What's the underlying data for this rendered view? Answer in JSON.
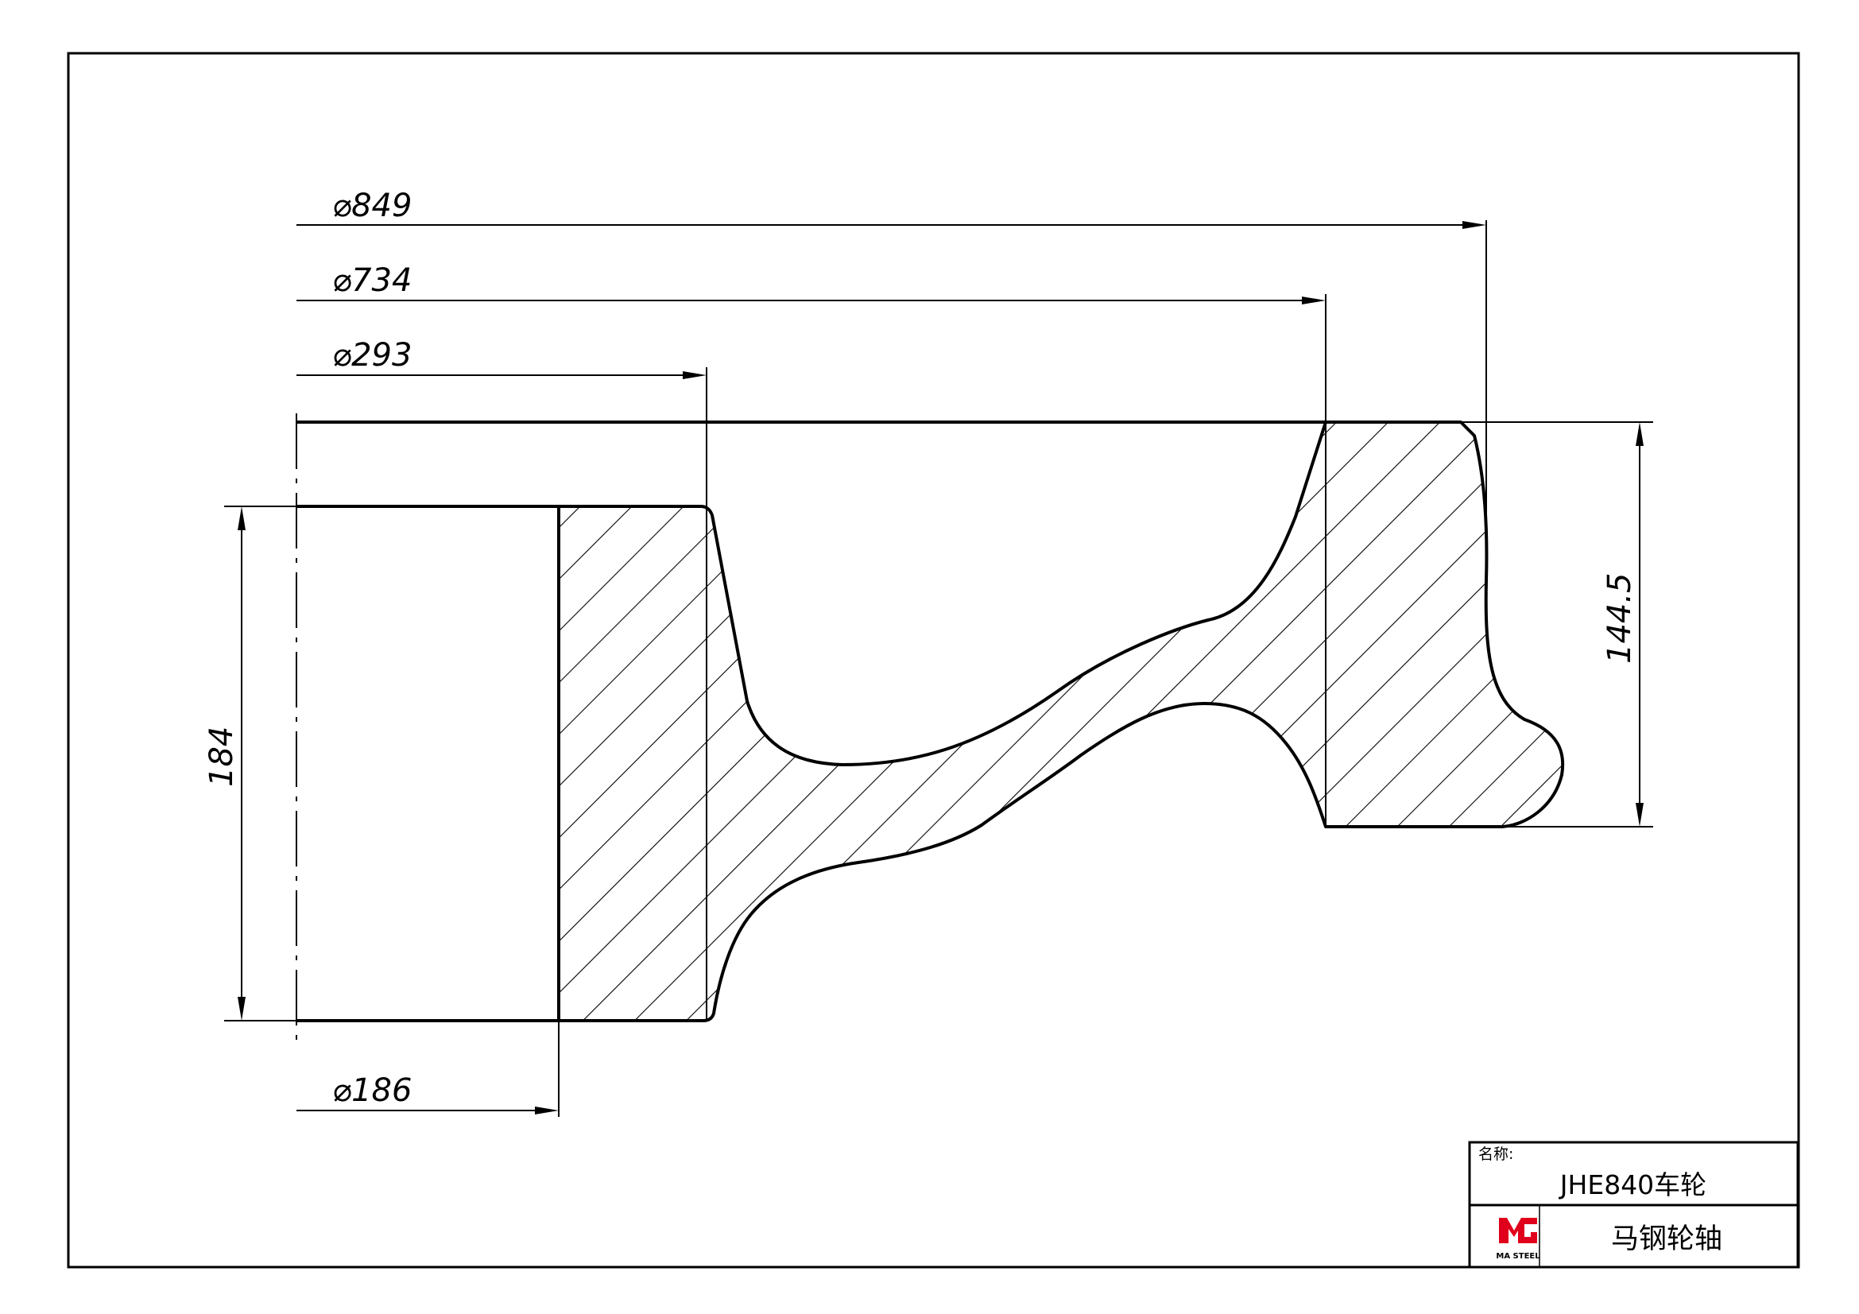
{
  "dimensions": {
    "d849": "⌀849",
    "d734": "⌀734",
    "d293": "⌀293",
    "d186": "⌀186",
    "h184": "184",
    "h144": "144.5"
  },
  "title_block": {
    "name_label": "名称:",
    "part_name": "JHE840车轮",
    "logo_text": "MA STEEL",
    "company": "马钢轮轴"
  },
  "colors": {
    "line": "#000000",
    "paper": "#ffffff",
    "logo_red": "#e0001b"
  }
}
